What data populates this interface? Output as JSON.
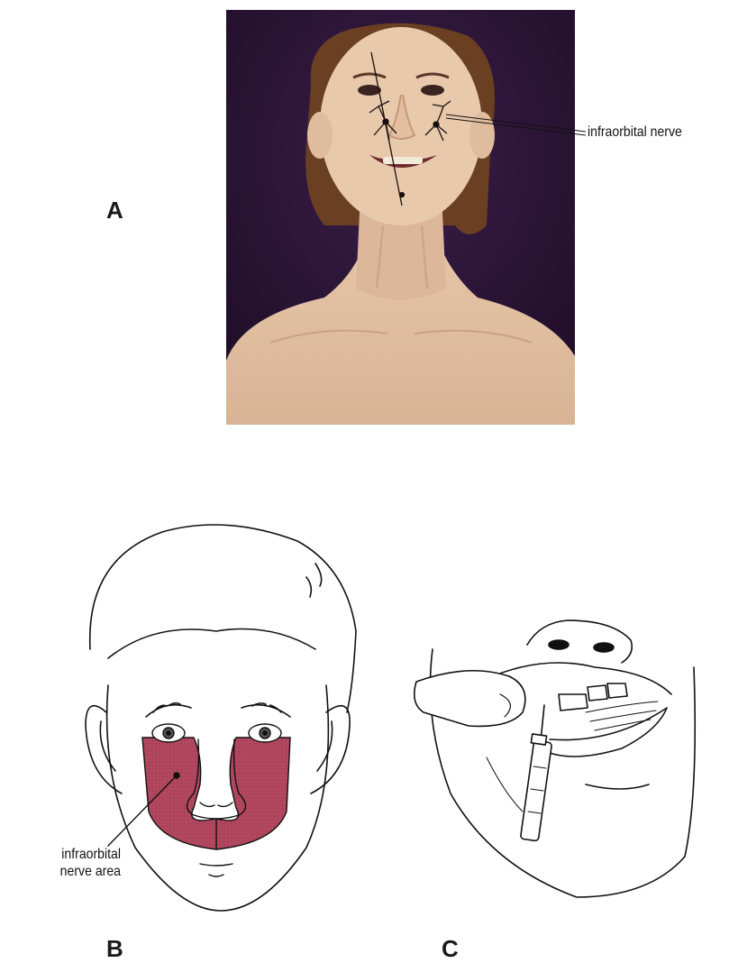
{
  "figure": {
    "panel_a": {
      "letter": "A",
      "callout": "infraorbital nerve"
    },
    "panel_b": {
      "letter": "B",
      "callout_line1": "infraorbital",
      "callout_line2": "nerve area",
      "area_color": "#b0465e"
    },
    "panel_c": {
      "letter": "C"
    }
  }
}
